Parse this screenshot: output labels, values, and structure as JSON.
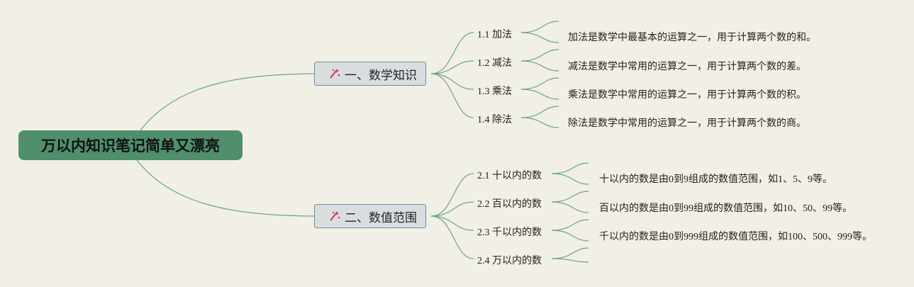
{
  "root": {
    "label": "万以内知识笔记简单又漂亮"
  },
  "branches": [
    {
      "label": "一、数学知识",
      "icon": "sparkle-icon",
      "items": [
        {
          "label": "1.1 加法",
          "note": "加法是数学中最基本的运算之一，用于计算两个数的和。"
        },
        {
          "label": "1.2 减法",
          "note": "减法是数学中常用的运算之一，用于计算两个数的差。"
        },
        {
          "label": "1.3 乘法",
          "note": "乘法是数学中常用的运算之一，用于计算两个数的积。"
        },
        {
          "label": "1.4 除法",
          "note": "除法是数学中常用的运算之一，用于计算两个数的商。"
        }
      ]
    },
    {
      "label": "二、数值范围",
      "icon": "sparkle-icon",
      "items": [
        {
          "label": "2.1 十以内的数",
          "note": "十以内的数是由0到9组成的数值范围，如1、5、9等。"
        },
        {
          "label": "2.2 百以内的数",
          "note": "百以内的数是由0到99组成的数值范围，如10、50、99等。"
        },
        {
          "label": "2.3 千以内的数",
          "note": "千以内的数是由0到999组成的数值范围，如100、500、999等。"
        },
        {
          "label": "2.4 万以内的数",
          "note": ""
        }
      ]
    }
  ],
  "colors": {
    "background": "#f1efe6",
    "root_fill": "#4f8f6c",
    "topic_fill": "#d9dde0",
    "connector": "#6aa58a",
    "icon_accent": "#d8344a"
  }
}
